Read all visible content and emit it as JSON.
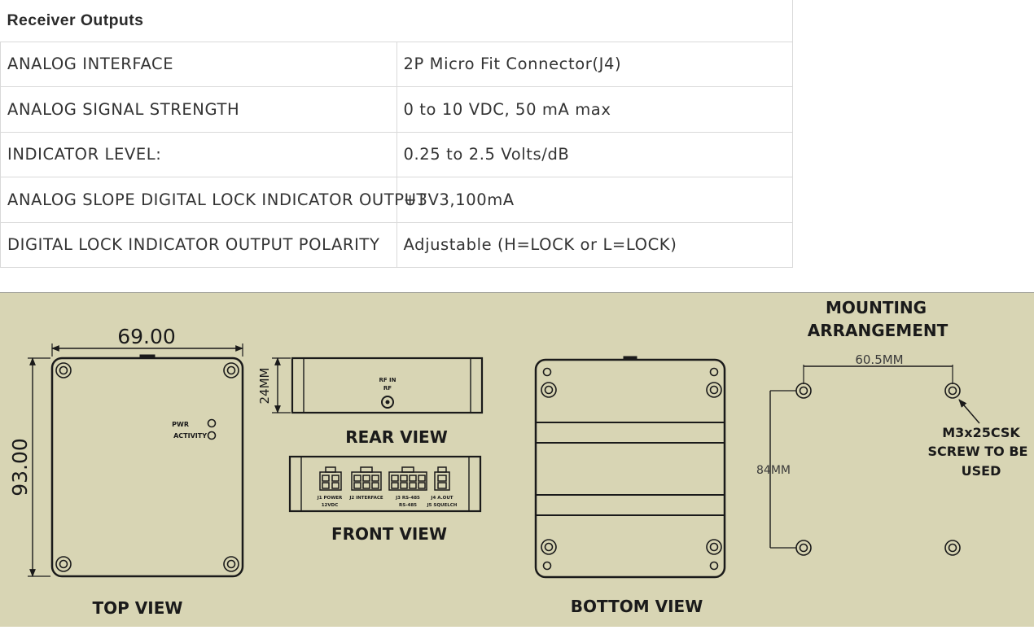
{
  "table": {
    "title": "Receiver Outputs",
    "rows": [
      {
        "label": "ANALOG INTERFACE",
        "value": "2P Micro Fit Connector(J4)"
      },
      {
        "label": "ANALOG SIGNAL STRENGTH",
        "value": "0 to 10 VDC, 50 mA max"
      },
      {
        "label": "INDICATOR LEVEL:",
        "value": "0.25 to 2.5 Volts/dB"
      },
      {
        "label": "ANALOG SLOPE DIGITAL LOCK INDICATOR OUTPUT",
        "value": "+3V3,100mA"
      },
      {
        "label": "DIGITAL LOCK INDICATOR OUTPUT POLARITY",
        "value": "Adjustable (H=LOCK or L=LOCK)"
      }
    ]
  },
  "drawing": {
    "background_color": "#d8d5b4",
    "top_view": {
      "width_dim": "69.00",
      "height_dim": "93.00",
      "led_1": "PWR",
      "led_2": "ACTIVITY",
      "label": "TOP VIEW"
    },
    "rear_view": {
      "height_dim": "24MM",
      "connector_text_1": "RF IN",
      "connector_text_2": "RF",
      "label": "REAR VIEW"
    },
    "front_view": {
      "label": "FRONT VIEW",
      "connector_labels": [
        "J1 POWER",
        "J2 INTERFACE",
        "J3 RS-485",
        "J4 A.OUT"
      ],
      "connector_sub_labels": [
        "12VDC",
        "",
        "RS-485",
        "J5 SQUELCH"
      ]
    },
    "bottom_view": {
      "label": "BOTTOM VIEW"
    },
    "mounting": {
      "title_line_1": "MOUNTING",
      "title_line_2": "ARRANGEMENT",
      "width_dim": "60.5MM",
      "height_dim": "84MM",
      "screw_line_1": "M3x25CSK",
      "screw_line_2": "SCREW TO BE",
      "screw_line_3": "USED"
    }
  }
}
